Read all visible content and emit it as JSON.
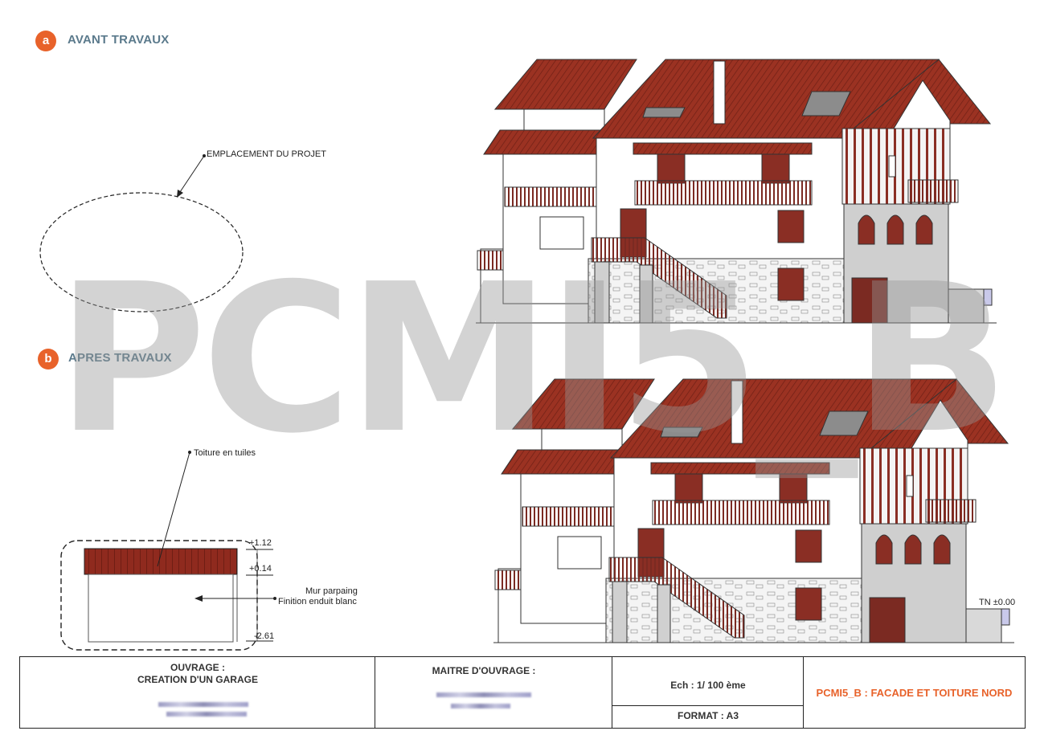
{
  "sections": {
    "before": {
      "badge": "a",
      "title": "AVANT TRAVAUX"
    },
    "after": {
      "badge": "b",
      "title": "APRES TRAVAUX"
    }
  },
  "annotations": {
    "project_location": "EMPLACEMENT DU PROJET",
    "roof": "Toiture en tuiles",
    "wall_line1": "Mur parpaing",
    "wall_line2": "Finition enduit blanc",
    "ground_level": "TN ±0.00"
  },
  "levels": {
    "top": "+1.12",
    "mid": "+0.14",
    "bottom": "-2.61"
  },
  "watermark": "PCMI5_B",
  "title_block": {
    "project_label": "OUVRAGE :",
    "project_name": "CREATION D'UN GARAGE",
    "owner_label": "MAITRE D'OUVRAGE :",
    "scale": "Ech : 1/ 100 ème",
    "format": "FORMAT : A3",
    "sheet_title": "PCMI5_B : FACADE ET TOITURE NORD"
  },
  "colors": {
    "accent": "#e8622a",
    "section_title": "#5b7a8c",
    "roof_tile": "#9b3222",
    "wood": "#7b2a22",
    "stone": "#c9c9c9"
  }
}
